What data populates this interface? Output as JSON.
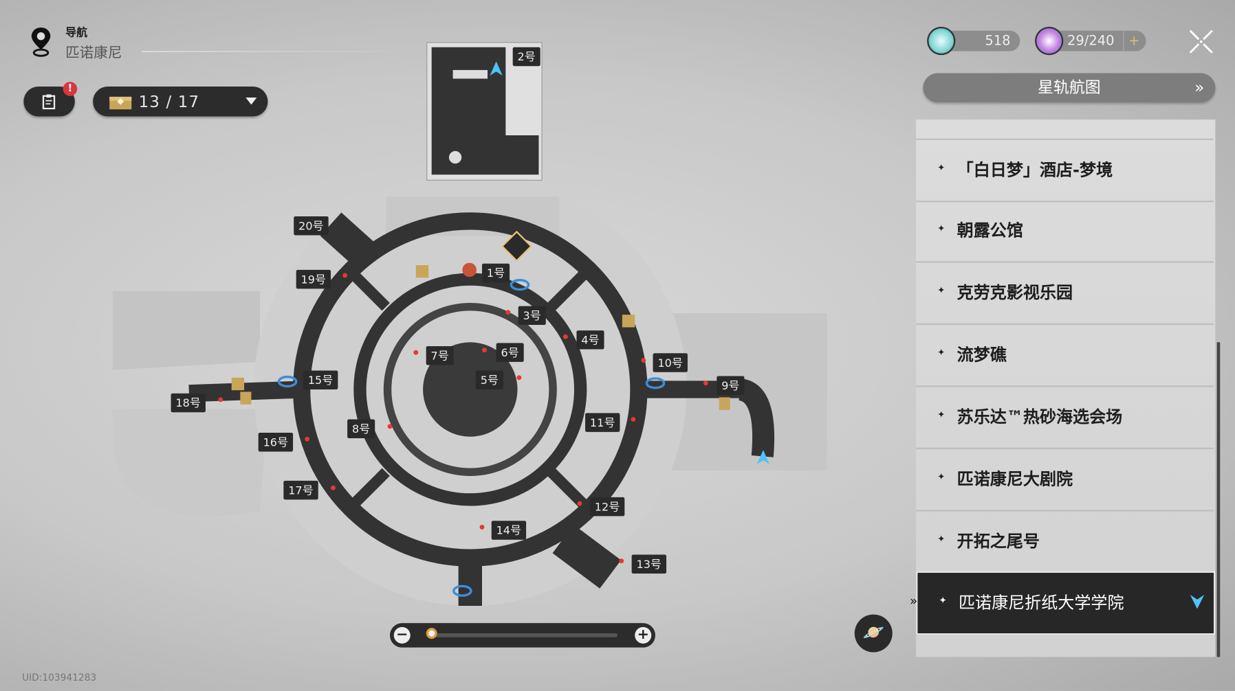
{
  "header": {
    "nav_label": "导航",
    "region": "匹诺康尼",
    "alert": "!",
    "chest_count": "13 / 17"
  },
  "currencies": [
    {
      "icon": "stellar-jade-icon",
      "value": "518"
    },
    {
      "icon": "trailblaze-power-icon",
      "value": "29/240",
      "add": "+"
    }
  ],
  "star_rail_map_button": "星轨航图",
  "locations": [
    {
      "label": "「白日梦」酒店-梦境",
      "selected": false
    },
    {
      "label": "朝露公馆",
      "selected": false
    },
    {
      "label": "克劳克影视乐园",
      "selected": false
    },
    {
      "label": "流梦礁",
      "selected": false
    },
    {
      "label": "苏乐达™热砂海选会场",
      "selected": false
    },
    {
      "label": "匹诺康尼大剧院",
      "selected": false
    },
    {
      "label": "开拓之尾号",
      "selected": false
    },
    {
      "label": "匹诺康尼折纸大学学院",
      "selected": true
    }
  ],
  "map_labels": [
    "1号",
    "2号",
    "3号",
    "4号",
    "5号",
    "6号",
    "7号",
    "8号",
    "9号",
    "10号",
    "11号",
    "12号",
    "13号",
    "14号",
    "15号",
    "16号",
    "17号",
    "18号",
    "19号",
    "20号"
  ],
  "zoom": {
    "minus": "−",
    "plus": "+",
    "level": 0.05
  },
  "uid": "UID:103941283",
  "colors": {
    "accent_blue": "#4fc3f7",
    "alert_red": "#d9363e",
    "marker_red": "#e53935",
    "chest_gold": "#c9a55a"
  }
}
